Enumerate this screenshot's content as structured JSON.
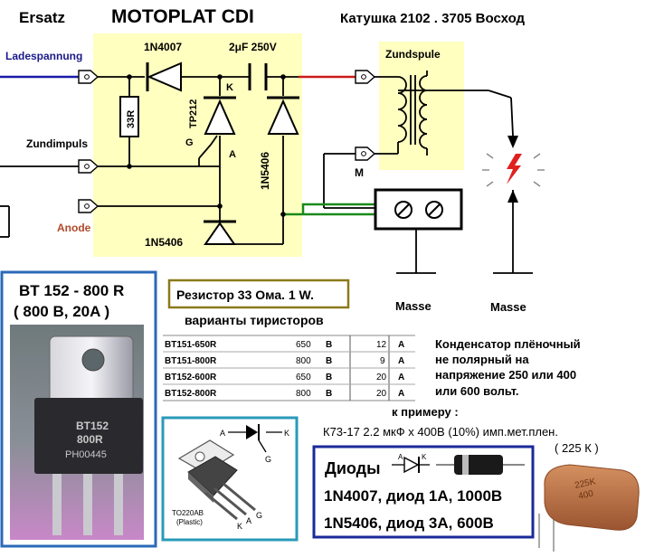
{
  "header": {
    "ersatz": "Ersatz",
    "title": "MOTOPLAT CDI",
    "coil_model": "Катушка  2102 . 3705  Восход"
  },
  "circuit": {
    "input_labels": {
      "ladespannung": "Ladespannung",
      "zundimpuls": "Zundimpuls",
      "anode": "Anode"
    },
    "components": {
      "d1": "1N4007",
      "capacitor": "2μF 250V",
      "resistor": "33R",
      "thyristor": "TP212",
      "gate": "G",
      "cathode": "K",
      "anode_pin": "A",
      "d2": "1N5406",
      "d3": "1N5406",
      "coil": "Zundspule",
      "ground_coil_tap": "M",
      "masse1": "Masse",
      "masse2": "Masse"
    }
  },
  "bt_part": {
    "title": "BT 152 - 800 R",
    "rating": "( 800 B, 20A  )",
    "chip_marking": [
      "BT152",
      "800R",
      "PH00445"
    ]
  },
  "resistor_note": "Резистор  33  Ома.  1 W.",
  "thyristor_variants": {
    "title": "варианты   тиристоров",
    "rows": [
      {
        "name": "BT151-650R",
        "voltage": "650",
        "v_unit": "B",
        "current": "12",
        "i_unit": "A"
      },
      {
        "name": "BT151-800R",
        "voltage": "800",
        "v_unit": "B",
        "current": "9",
        "i_unit": "A"
      },
      {
        "name": "BT152-600R",
        "voltage": "650",
        "v_unit": "B",
        "current": "20",
        "i_unit": "A"
      },
      {
        "name": "BT152-800R",
        "voltage": "800",
        "v_unit": "B",
        "current": "20",
        "i_unit": "A"
      }
    ]
  },
  "capacitor_note": {
    "lines": [
      "Конденсатор плёночный",
      "не  полярный на",
      "напряжение  250 или 400",
      " или 600  вольт."
    ],
    "example_label": "к  примеру :",
    "example": "К73-17 2.2 мкФ х 400В (10%) имп.мет.плен.",
    "code": "( 225 К )",
    "cap_marking": [
      "225K",
      "400"
    ]
  },
  "to220": {
    "package": "TO220AB",
    "package_note": "(Plastic)",
    "sym_a": "A",
    "sym_k": "K",
    "sym_g": "G",
    "pin_k": "K",
    "pin_a": "A",
    "pin_g": "G"
  },
  "diodes_box": {
    "title": "Диоды",
    "sym_a": "A",
    "sym_k": "K",
    "line1": "1N4007, диод 1А, 1000В",
    "line2": "1N5406, диод 3А, 600В"
  },
  "colors": {
    "yellow_bg": "#ffffc0",
    "blue_wire": "#1a1aa8",
    "red_wire": "#cc1a1a",
    "green_wire": "#1a8a1a",
    "box_blue": "#2a6ab8",
    "box_navy": "#1a2a9a",
    "anode_label": "#b04a2a"
  }
}
